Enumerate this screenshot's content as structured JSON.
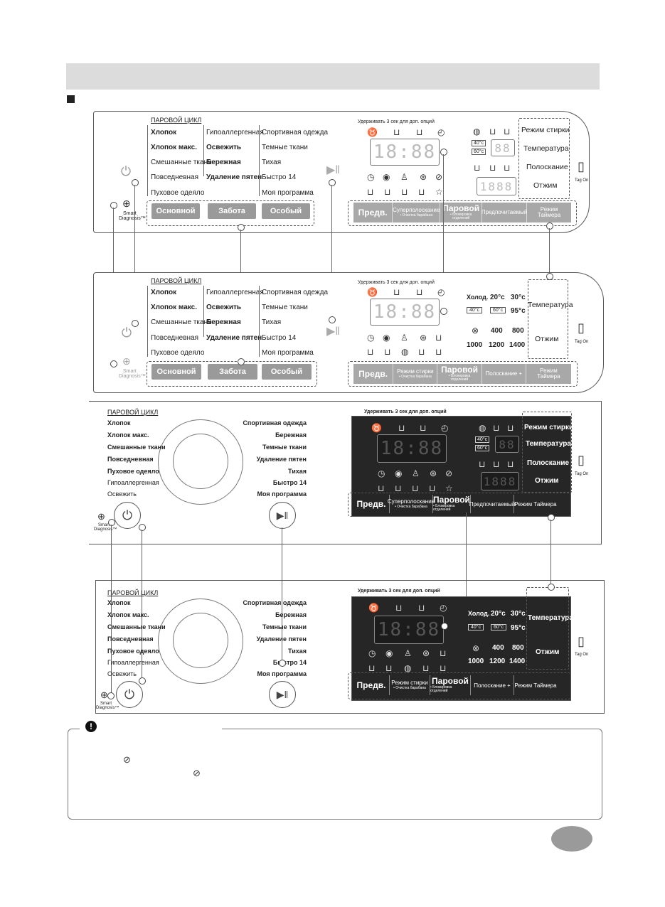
{
  "steam_cycle_label": "ПАРОВОЙ ЦИКЛ",
  "hold_hint": "Удерживать 3 сек  для доп. опций",
  "smart_diagnosis": [
    "Smart",
    "Diagnosis™"
  ],
  "tag_on": "Tag On",
  "programs": {
    "col1": [
      "Хлопок",
      "Хлопок макс.",
      "Смешанные ткани",
      "Повседневная",
      "Пуховое одеяло"
    ],
    "col2": [
      "Гипоаллергенная",
      "Освежить",
      "Бережная",
      "Удаление пятен"
    ],
    "col3": [
      "Спортивная одежда",
      "Темные ткани",
      "Тихая",
      "Быстро 14",
      "Моя программа"
    ]
  },
  "category_buttons": [
    "Основной",
    "Забота",
    "Особый"
  ],
  "dial_left": [
    "Хлопок",
    "Хлопок макс.",
    "Смешанные ткани",
    "Повседневная",
    "Пуховое одеяло",
    "Гипоаллергенная",
    "Освежить"
  ],
  "dial_right": [
    "Спортивная одежда",
    "Бережная",
    "Темные ткани",
    "Удаление пятен",
    "Тихая",
    "Быстро 14",
    "Моя программа"
  ],
  "dial_left_b": [
    "Хлопок",
    "Хлопок макс.",
    "Смешанные ткани",
    "Повседневная",
    "Пуховое одеяло",
    "Гипоаллергенная",
    "Освежить"
  ],
  "dial_right_b": [
    "Спортивная одежда",
    "Бережная",
    "Темные ткани",
    "Удаление пятен",
    "Тихая",
    "Быстро 14",
    "Моя программа"
  ],
  "side_a": [
    "Режим стирки",
    "Температура",
    "Полоскание",
    "Отжим"
  ],
  "side_b": [
    "Температура",
    "Отжим"
  ],
  "temps": {
    "r1": [
      "Холод.",
      "20°c",
      "30°c"
    ],
    "r2": [
      "40°c",
      "60°c",
      "95°c"
    ]
  },
  "spins": {
    "r1": [
      "400",
      "800"
    ],
    "r2": [
      "1000",
      "1200",
      "1400"
    ]
  },
  "temp_small": [
    "40°c",
    "60°c"
  ],
  "display_time": "18:88",
  "display_small": "88",
  "display_spin": "1888",
  "strip_a": {
    "c1": "Предв.",
    "c2": "Суперполоскание",
    "c2s": "• Очистка барабана",
    "c3": "Паровой",
    "c3s": "• Блокировка отделений",
    "c4": "Предпочитаемый",
    "c5": "Режим Таймера"
  },
  "strip_b": {
    "c1": "Предв.",
    "c2": "Режим стирки",
    "c2s": "• Очистка барабана",
    "c3": "Паровой",
    "c3s": "• Блокировка отделений",
    "c4": "Полоскание +",
    "c5": "Режим Таймера"
  },
  "page_number": ""
}
